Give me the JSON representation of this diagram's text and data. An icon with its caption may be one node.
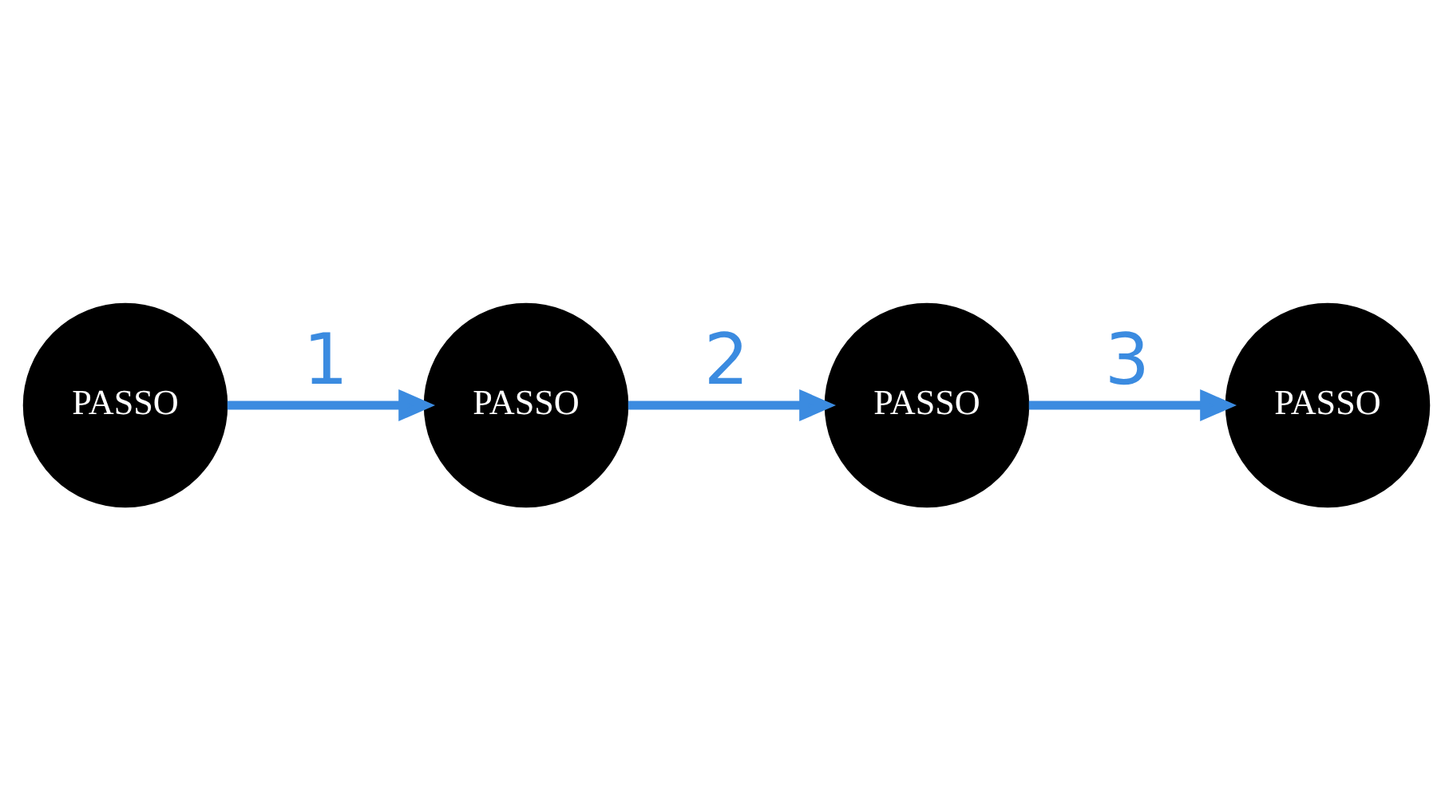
{
  "diagram": {
    "nodes": [
      {
        "text": [
          "PASSO"
        ]
      },
      {
        "text": [
          "PASSO"
        ]
      },
      {
        "text": [
          "PASSO"
        ]
      },
      {
        "text": [
          "PASSO"
        ]
      }
    ],
    "edges": [
      {
        "from": 0,
        "to": 1,
        "arrow": "to",
        "label": "1"
      },
      {
        "from": 1,
        "to": 2,
        "arrow": "to",
        "label": "2"
      },
      {
        "from": 2,
        "to": 3,
        "arrow": "to",
        "label": "3"
      }
    ]
  }
}
